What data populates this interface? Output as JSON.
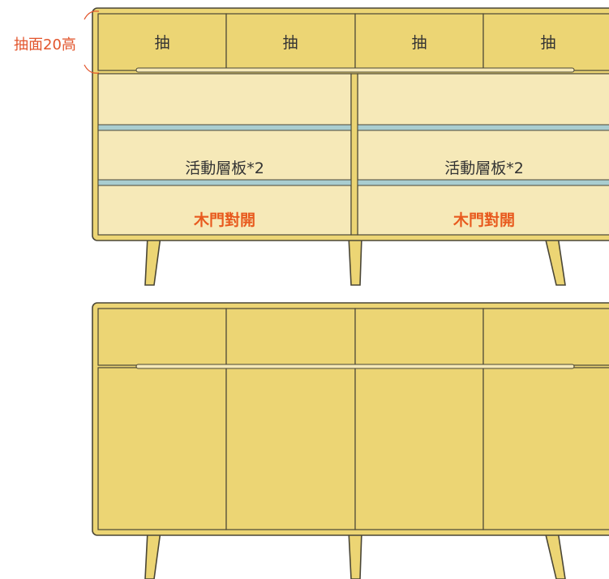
{
  "annotation": {
    "drawer_height_label": "抽面20高"
  },
  "top_cabinet": {
    "drawers": [
      {
        "label": "抽"
      },
      {
        "label": "抽"
      },
      {
        "label": "抽"
      },
      {
        "label": "抽"
      }
    ],
    "sections": [
      {
        "shelf_label": "活動層板*2",
        "door_label": "木門對開"
      },
      {
        "shelf_label": "活動層板*2",
        "door_label": "木門對開"
      }
    ]
  },
  "bottom_cabinet": {
    "drawer_count": 4,
    "door_count": 4
  },
  "colors": {
    "wood": "#ecd574",
    "interior": "#f6e9b8",
    "outline": "#4a4636",
    "shelf": "#a9cdd0",
    "annotation": "#e2552c",
    "door_label": "#e85a1e",
    "text": "#333333"
  }
}
